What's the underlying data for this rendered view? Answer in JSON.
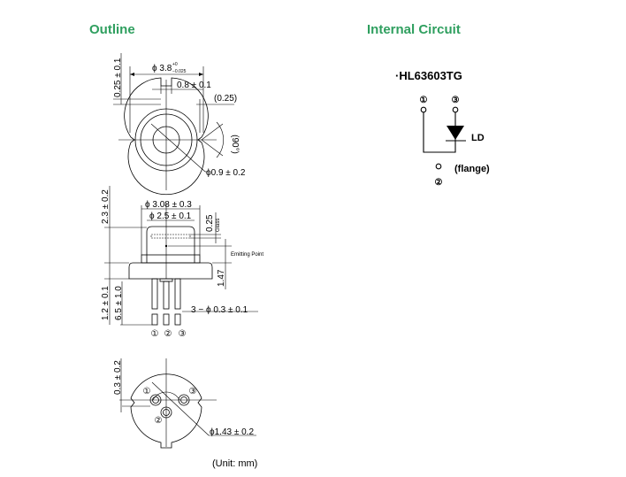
{
  "headings": {
    "outline": "Outline",
    "internal_circuit": "Internal Circuit"
  },
  "colors": {
    "heading": "#2f9f5f",
    "drawing": "#000000"
  },
  "outline": {
    "top_view": {
      "outer_diameter": "ϕ 3.8",
      "outer_diameter_tol_upper": "+0",
      "outer_diameter_tol_lower": "−0.025",
      "notch_width": "0.8 ± 0.1",
      "notch_depth": "(0.25)",
      "thickness": "0.25 ± 0.1",
      "angle": "(90°)",
      "window_diameter": "ϕ0.9 ± 0.2"
    },
    "side_view": {
      "cap_diameter": "ϕ 3.08 ± 0.3",
      "cap_inner_diameter": "ϕ 2.5 ± 0.1",
      "glass_thickness": "0.25",
      "glass_label": "Glass",
      "emitting_point_label": "Emitting Point",
      "emitting_height": "1.47",
      "total_height": "2.3 ± 0.2",
      "flange_thickness": "1.2 ± 0.1",
      "lead_length": "6.5 ± 1.0",
      "lead_diameter": "3 − ϕ 0.3 ± 0.1",
      "pins": [
        "①",
        "②",
        "③"
      ]
    },
    "bottom_view": {
      "offset": "0.3 ± 0.2",
      "pin_circle": "ϕ1.43 ± 0.2",
      "pins": [
        "①",
        "②",
        "③"
      ]
    },
    "unit": "(Unit: mm)"
  },
  "circuit": {
    "part_number": "·HL63603TG",
    "pin1": "①",
    "pin2": "②",
    "pin3": "③",
    "ld_label": "LD",
    "flange_label": "(flange)"
  }
}
